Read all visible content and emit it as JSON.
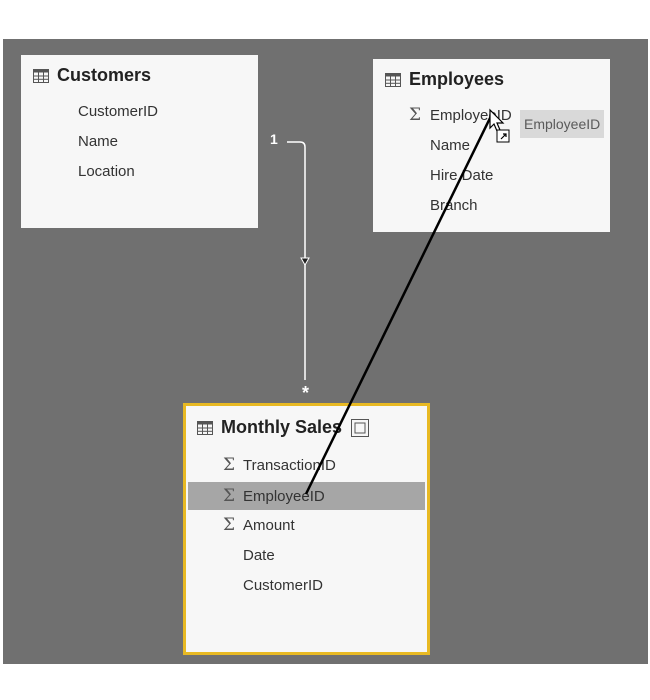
{
  "tables": {
    "customers": {
      "title": "Customers",
      "fields": [
        "CustomerID",
        "Name",
        "Location"
      ]
    },
    "employees": {
      "title": "Employees",
      "fields": [
        {
          "label": "EmployeeID",
          "sigma": "Σ"
        },
        {
          "label": "Name",
          "sigma": ""
        },
        {
          "label": "Hire Date",
          "sigma": ""
        },
        {
          "label": "Branch",
          "sigma": ""
        }
      ]
    },
    "monthly_sales": {
      "title": "Monthly Sales",
      "fields": [
        {
          "label": "TransactionID",
          "sigma": "Σ"
        },
        {
          "label": "EmployeeID",
          "sigma": "Σ"
        },
        {
          "label": "Amount",
          "sigma": "Σ"
        },
        {
          "label": "Date",
          "sigma": ""
        },
        {
          "label": "CustomerID",
          "sigma": ""
        }
      ]
    }
  },
  "relationship": {
    "from_cardinality": "1",
    "to_cardinality": "*"
  },
  "drag_tooltip": "EmployeeID",
  "colors": {
    "canvas": "#707070",
    "card": "#f7f7f7",
    "selected_card_border": "#e8b923",
    "selected_row": "#a6a6a6"
  }
}
